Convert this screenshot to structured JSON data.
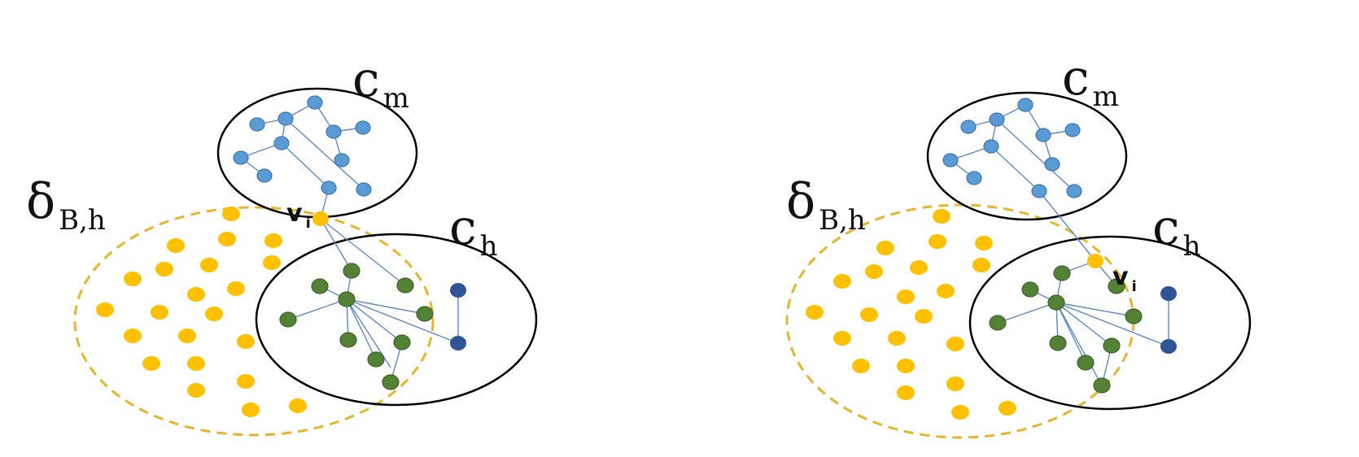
{
  "labels": {
    "delta_main": "δ",
    "delta_sub": "B,h",
    "cm_main": "c",
    "cm_sub": "m",
    "ch_main": "c",
    "ch_sub": "h",
    "vi_main": "v",
    "vi_sub": "i"
  },
  "colors": {
    "community_m_node": "#5B9BD5",
    "community_h_node": "#548235",
    "boundary_node": "#FFC000",
    "isolated_node": "#2F5597",
    "edge": "#5A8AC6",
    "circle_stroke": "#000000",
    "boundary_stroke": "#E6B52E"
  },
  "panels": [
    {
      "id": "left",
      "vi_membership": "boundary"
    },
    {
      "id": "right",
      "vi_membership": "c_h"
    }
  ]
}
